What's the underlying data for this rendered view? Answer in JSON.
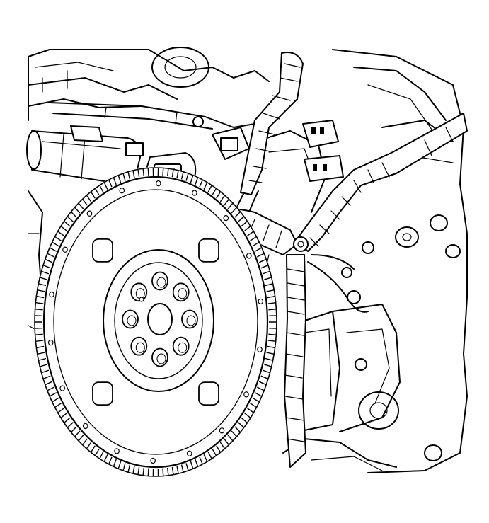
{
  "illustration": {
    "style": "black line art on white",
    "colors": {
      "ink": "#000000",
      "paper": "#ffffff"
    },
    "components": [
      "engine-block",
      "flywheel",
      "ring-gear",
      "wiring-harness",
      "harness-connector",
      "crankshaft-sensor-connector"
    ],
    "flywheel": {
      "bolt_count": 8,
      "lightening_hole_count": 4
    }
  }
}
